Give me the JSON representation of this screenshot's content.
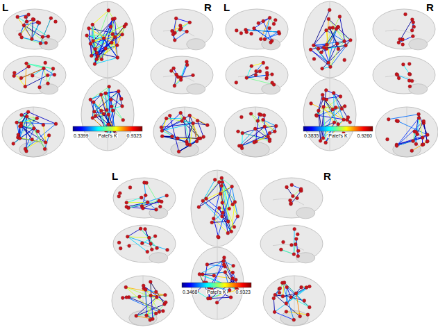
{
  "diagram": {
    "labels": [
      "L",
      "R",
      "0.3399",
      "Patel's K",
      "0.9323",
      "L",
      "R",
      "0.3835",
      "Patel's K",
      "0.9260",
      "L",
      "R",
      "0.3468",
      "Patel's K",
      "0.9323"
    ]
  }
}
